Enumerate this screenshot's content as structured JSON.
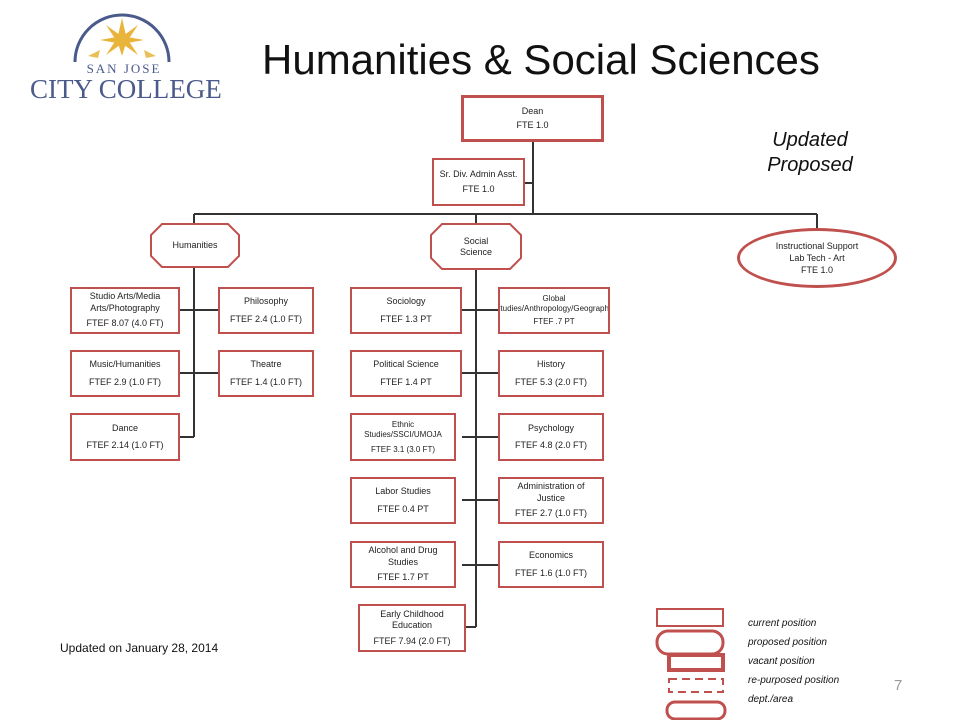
{
  "header": {
    "title": "Humanities & Social Sciences",
    "status_line1": "Updated",
    "status_line2": "Proposed",
    "logo_line1": "SAN JOSE",
    "logo_line2": "CITY COLLEGE"
  },
  "footer": {
    "updated": "Updated on January 28, 2014",
    "page_number": "7"
  },
  "org": {
    "dean": {
      "l1": "Dean",
      "l2": "FTE 1.0"
    },
    "admin": {
      "l1": "Sr. Div. Admin Asst.",
      "l2": "FTE 1.0"
    },
    "humanities": "Humanities",
    "social_science": "Social Science",
    "instructional": {
      "l1": "Instructional Support",
      "l2": "Lab Tech - Art",
      "l3": "FTE 1.0"
    },
    "hum_left": [
      {
        "l1": "Studio Arts/Media Arts/Photography",
        "l2": "FTEF 8.07 (4.0 FT)"
      },
      {
        "l1": "Music/Humanities",
        "l2": "FTEF 2.9 (1.0 FT)"
      },
      {
        "l1": "Dance",
        "l2": "FTEF 2.14 (1.0 FT)"
      }
    ],
    "hum_right": [
      {
        "l1": "Philosophy",
        "l2": "FTEF 2.4 (1.0 FT)"
      },
      {
        "l1": "Theatre",
        "l2": "FTEF 1.4 (1.0 FT)"
      }
    ],
    "soc_left": [
      {
        "l1": "Sociology",
        "l2": "FTEF 1.3 PT"
      },
      {
        "l1": "Political Science",
        "l2": "FTEF 1.4 PT"
      },
      {
        "l1": "Ethnic Studies/SSCI/UMOJA",
        "l2": "FTEF 3.1 (3.0 FT)"
      },
      {
        "l1": "Labor Studies",
        "l2": "FTEF 0.4 PT"
      },
      {
        "l1": "Alcohol and Drug Studies",
        "l2": "FTEF 1.7 PT"
      },
      {
        "l1": "Early Childhood Education",
        "l2": "FTEF 7.94 (2.0 FT)"
      }
    ],
    "soc_right": [
      {
        "l1": "Global Studies/Anthropology/Geography",
        "l2": "FTEF .7 PT"
      },
      {
        "l1": "History",
        "l2": "FTEF 5.3 (2.0 FT)"
      },
      {
        "l1": "Psychology",
        "l2": "FTEF 4.8 (2.0 FT)"
      },
      {
        "l1": "Administration of Justice",
        "l2": "FTEF 2.7 (1.0 FT)"
      },
      {
        "l1": "Economics",
        "l2": "FTEF 1.6 (1.0 FT)"
      }
    ]
  },
  "legend": [
    {
      "label": "current position",
      "style": "solid"
    },
    {
      "label": "proposed position",
      "style": "rounded"
    },
    {
      "label": "vacant position",
      "style": "double"
    },
    {
      "label": "re-purposed position",
      "style": "dashed"
    },
    {
      "label": "dept./area",
      "style": "pill"
    }
  ],
  "colors": {
    "accent": "#c0504d",
    "logo_gold": "#e8b43a",
    "logo_blue": "#4a5a8a"
  }
}
